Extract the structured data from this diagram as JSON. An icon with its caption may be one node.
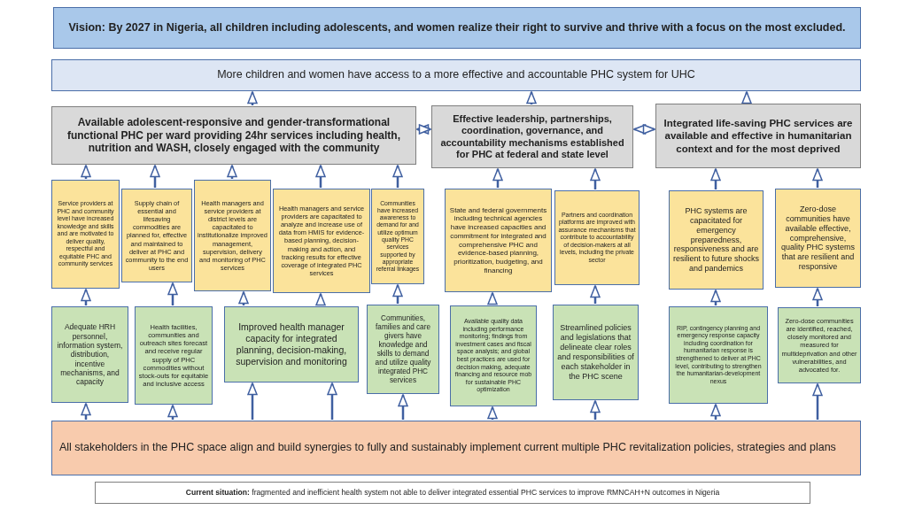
{
  "diagram": {
    "nodes": [
      {
        "text": [
          "Vision: By 2027 in Nigeria, all children including adolescents, and women realize their right to survive and thrive with a focus on the most excluded."
        ]
      },
      {
        "text": [
          "More children and women have access to a more effective and accountable PHC system for UHC"
        ]
      },
      {
        "text": [
          "Available adolescent-responsive and gender-transformational functional PHC per ward providing 24hr services including health, nutrition and WASH, closely engaged with the community"
        ]
      },
      {
        "text": [
          "Effective leadership, partnerships, coordination, governance, and accountability mechanisms established for PHC at federal and state level"
        ]
      },
      {
        "text": [
          "Integrated life-saving PHC services are available and effective in humanitarian context and for the most deprived"
        ]
      },
      {
        "text": [
          "Service providers at PHC and community level have increased knowledge and skills and are motivated to deliver quality, respectful and equitable PHC and community services"
        ]
      },
      {
        "text": [
          "Supply chain of essential and lifesaving commodities are planned for, effective and maintained to deliver at PHC and community to the end users"
        ]
      },
      {
        "text": [
          "Health managers and service providers at district levels are capacitated to institutionalize improved management, supervision, delivery and monitoring of PHC services"
        ]
      },
      {
        "text": [
          "Health managers and service providers are capacitated to analyze and increase use of data from HMIS for evidence-based planning, decision-making and action, and tracking results for effective coverage of integrated PHC services"
        ]
      },
      {
        "text": [
          "Communities have increased awareness to demand for and utilize optimum quality PHC services supported by appropriate referral linkages"
        ]
      },
      {
        "text": [
          "State and federal governments including technical agencies have increased capacities and commitment for integrated and comprehensive PHC and evidence-based planning, prioritization, budgeting, and financing"
        ]
      },
      {
        "text": [
          "Partners and coordination platforms are improved with assurance mechanisms that contribute to accountability of decision-makers at all levels, including the private sector"
        ]
      },
      {
        "text": [
          "PHC systems are capacitated for emergency preparedness, responsiveness and are resilient to future shocks and pandemics"
        ]
      },
      {
        "text": [
          "Zero-dose communities have available effective, comprehensive, quality PHC systems that are resilient and responsive"
        ]
      },
      {
        "text": [
          "Adequate HRH personnel, information system, distribution, incentive mechanisms, and capacity"
        ]
      },
      {
        "text": [
          "Health facilities, communities and outreach sites forecast and receive regular supply of PHC commodities without stock-outs for equitable and inclusive access"
        ]
      },
      {
        "text": [
          "Improved health manager capacity for integrated planning, decision-making, supervision and monitoring"
        ]
      },
      {
        "text": [
          "Communities, families and care givers have knowledge and skills to demand and utilize quality integrated PHC services"
        ]
      },
      {
        "text": [
          "Available quality data including performance monitoring; findings from investment cases and fiscal space analysis; and global best practices are used for decision making, adequate financing and resource mob for sustainable PHC optimization"
        ]
      },
      {
        "text": [
          "Streamlined policies and legislations that delineate clear roles and responsibilities of each stakeholder in the PHC scene"
        ]
      },
      {
        "text": [
          "RIP, contingency planning and emergency response capacity including coordination for humanitarian response is strengthened to deliver at PHC level, contributing to strengthen the humanitarian-development nexus"
        ]
      },
      {
        "text": [
          "Zero-dose communities are identified, reached, closely monitored and measured for multideprivation and other vulnerabilities, and advocated for."
        ]
      },
      {
        "text": [
          "All stakeholders in the PHC space align and build synergies to fully and sustainably implement current multiple PHC revitalization policies, strategies and plans"
        ]
      },
      {
        "text": [
          "**Current situation:** fragmented and  inefficient health system not able to deliver integrated essential PHC services to improve RMNCAH+N outcomes in Nigeria"
        ]
      }
    ],
    "edges": [
      {
        "from": 2,
        "to": 1,
        "arrow": "to"
      },
      {
        "from": 3,
        "to": 1,
        "arrow": "to"
      },
      {
        "from": 4,
        "to": 1,
        "arrow": "to"
      },
      {
        "from": 2,
        "to": 3,
        "arrow": "both"
      },
      {
        "from": 3,
        "to": 4,
        "arrow": "both"
      },
      {
        "from": 5,
        "to": 2,
        "arrow": "to"
      },
      {
        "from": 6,
        "to": 2,
        "arrow": "to"
      },
      {
        "from": 7,
        "to": 2,
        "arrow": "to"
      },
      {
        "from": 8,
        "to": 2,
        "arrow": "to"
      },
      {
        "from": 9,
        "to": 2,
        "arrow": "to"
      },
      {
        "from": 10,
        "to": 3,
        "arrow": "to"
      },
      {
        "from": 11,
        "to": 3,
        "arrow": "to"
      },
      {
        "from": 12,
        "to": 4,
        "arrow": "to"
      },
      {
        "from": 13,
        "to": 4,
        "arrow": "to"
      },
      {
        "from": 14,
        "to": 5,
        "arrow": "to"
      },
      {
        "from": 15,
        "to": 6,
        "arrow": "to"
      },
      {
        "from": 16,
        "to": 7,
        "arrow": "to"
      },
      {
        "from": 16,
        "to": 8,
        "arrow": "to"
      },
      {
        "from": 17,
        "to": 9,
        "arrow": "to"
      },
      {
        "from": 18,
        "to": 10,
        "arrow": "to"
      },
      {
        "from": 19,
        "to": 11,
        "arrow": "to"
      },
      {
        "from": 20,
        "to": 12,
        "arrow": "to"
      },
      {
        "from": 21,
        "to": 13,
        "arrow": "to"
      },
      {
        "from": 22,
        "to": 14,
        "arrow": "to"
      },
      {
        "from": 22,
        "to": 15,
        "arrow": "to"
      },
      {
        "from": 22,
        "to": 16,
        "arrow": "to"
      },
      {
        "from": 22,
        "to": 16,
        "arrow": "to"
      },
      {
        "from": 22,
        "to": 17,
        "arrow": "to"
      },
      {
        "from": 22,
        "to": 18,
        "arrow": "to"
      },
      {
        "from": 22,
        "to": 19,
        "arrow": "to"
      },
      {
        "from": 22,
        "to": 20,
        "arrow": "to"
      },
      {
        "from": 22,
        "to": 21,
        "arrow": "to"
      }
    ]
  }
}
